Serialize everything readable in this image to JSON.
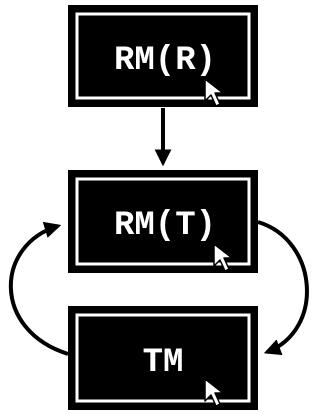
{
  "nodes": [
    {
      "id": "rm-r",
      "label": "RM(R)",
      "cursor_icon": "mouse-pointer-icon"
    },
    {
      "id": "rm-t",
      "label": "RM(T)",
      "cursor_icon": "mouse-pointer-icon"
    },
    {
      "id": "tm",
      "label": "TM",
      "cursor_icon": "mouse-pointer-icon"
    }
  ],
  "edges": [
    {
      "from": "rm-r",
      "to": "rm-t"
    },
    {
      "from": "rm-t",
      "to": "tm"
    },
    {
      "from": "tm",
      "to": "rm-t"
    }
  ],
  "colors": {
    "box_fill": "#000000",
    "box_border": "#ffffff",
    "text": "#ffffff",
    "arrow": "#000000",
    "background": "#ffffff"
  }
}
